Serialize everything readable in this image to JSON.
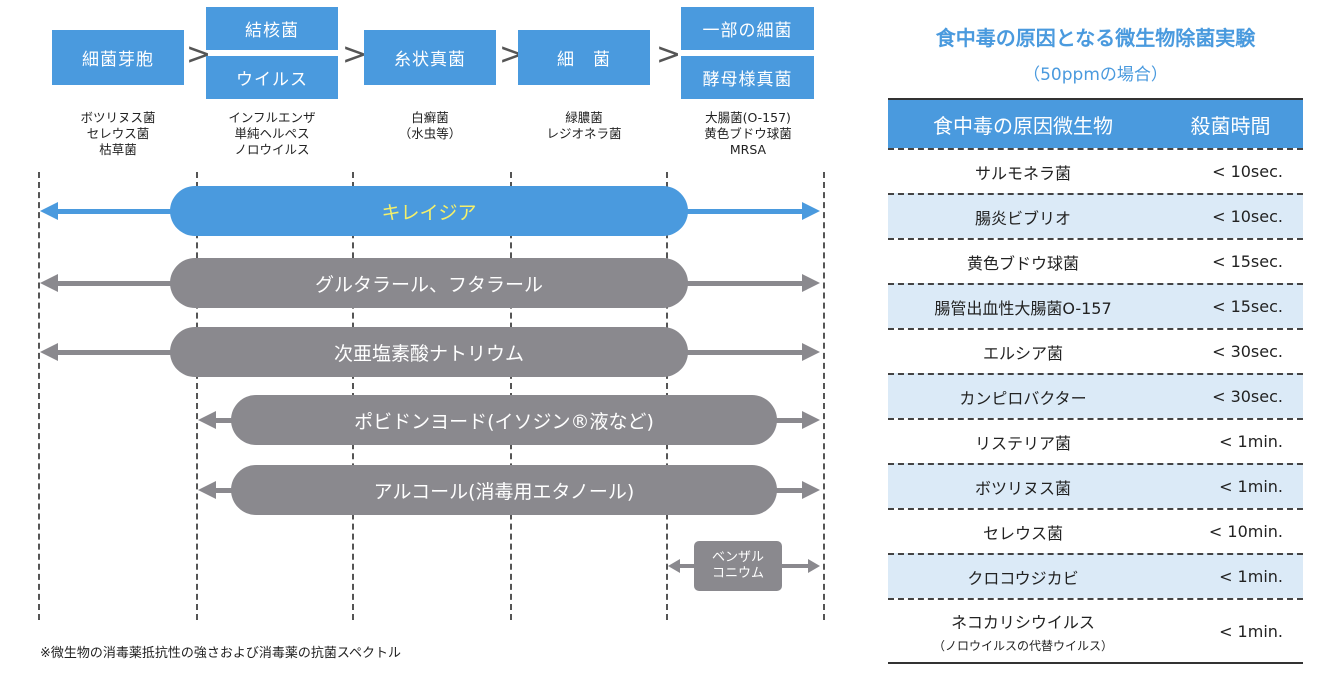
{
  "diagram": {
    "categories": [
      {
        "labels": [
          "細菌芽胞"
        ],
        "examples": [
          "ボツリヌス菌",
          "セレウス菌",
          "枯草菌"
        ]
      },
      {
        "labels": [
          "結核菌",
          "ウイルス"
        ],
        "examples": [
          "インフルエンザ",
          "単純ヘルペス",
          "ノロウイルス"
        ]
      },
      {
        "labels": [
          "糸状真菌"
        ],
        "examples": [
          "白癬菌",
          "（水虫等）"
        ]
      },
      {
        "labels": [
          "細　菌"
        ],
        "examples": [
          "緑膿菌",
          "レジオネラ菌"
        ]
      },
      {
        "labels": [
          "一部の細菌",
          "酵母様真菌"
        ],
        "examples": [
          "大腸菌(O-157)",
          "黄色ブドウ球菌",
          "MRSA"
        ]
      }
    ],
    "separator": ">",
    "disinfectants": [
      {
        "name": "キレイジア",
        "color": "blue",
        "range_from_column": 0,
        "range_to_column": 5
      },
      {
        "name": "グルタラール、フタラール",
        "color": "gray",
        "range_from_column": 0,
        "range_to_column": 5
      },
      {
        "name": "次亜塩素酸ナトリウム",
        "color": "gray",
        "range_from_column": 0,
        "range_to_column": 5
      },
      {
        "name": "ポビドンヨード(イソジン®液など)",
        "color": "gray",
        "range_from_column": 1,
        "range_to_column": 5
      },
      {
        "name": "アルコール(消毒用エタノール)",
        "color": "gray",
        "range_from_column": 1,
        "range_to_column": 5
      },
      {
        "name_lines": [
          "ベンザル",
          "コニウム"
        ],
        "color": "gray",
        "range_from_column": 4,
        "range_to_column": 5
      }
    ],
    "footnote": "※微生物の消毒薬抵抗性の強さおよび消毒薬の抗菌スペクトル"
  },
  "table": {
    "title": "食中毒の原因となる微生物除菌実験",
    "subtitle": "（50ppmの場合）",
    "headers": [
      "食中毒の原因微生物",
      "殺菌時間"
    ],
    "rows": [
      {
        "organism": "サルモネラ菌",
        "time": "< 10sec."
      },
      {
        "organism": "腸炎ビブリオ",
        "time": "< 10sec."
      },
      {
        "organism": "黄色ブドウ球菌",
        "time": "< 15sec."
      },
      {
        "organism": "腸管出血性大腸菌O-157",
        "time": "< 15sec."
      },
      {
        "organism": "エルシア菌",
        "time": "< 30sec."
      },
      {
        "organism": "カンピロバクター",
        "time": "< 30sec."
      },
      {
        "organism": "リステリア菌",
        "time": "< 1min."
      },
      {
        "organism": "ボツリヌス菌",
        "time": "< 1min."
      },
      {
        "organism": "セレウス菌",
        "time": "< 10min."
      },
      {
        "organism": "クロコウジカビ",
        "time": "< 1min."
      },
      {
        "organism": "ネコカリシウイルス",
        "note": "（ノロウイルスの代替ウイルス）",
        "time": "< 1min."
      }
    ]
  },
  "colors": {
    "accent_blue": "#4a9ade",
    "pill_gray": "#8a898e",
    "highlight_yellow": "#f5f06a",
    "row_alt": "#dbeaf7"
  }
}
